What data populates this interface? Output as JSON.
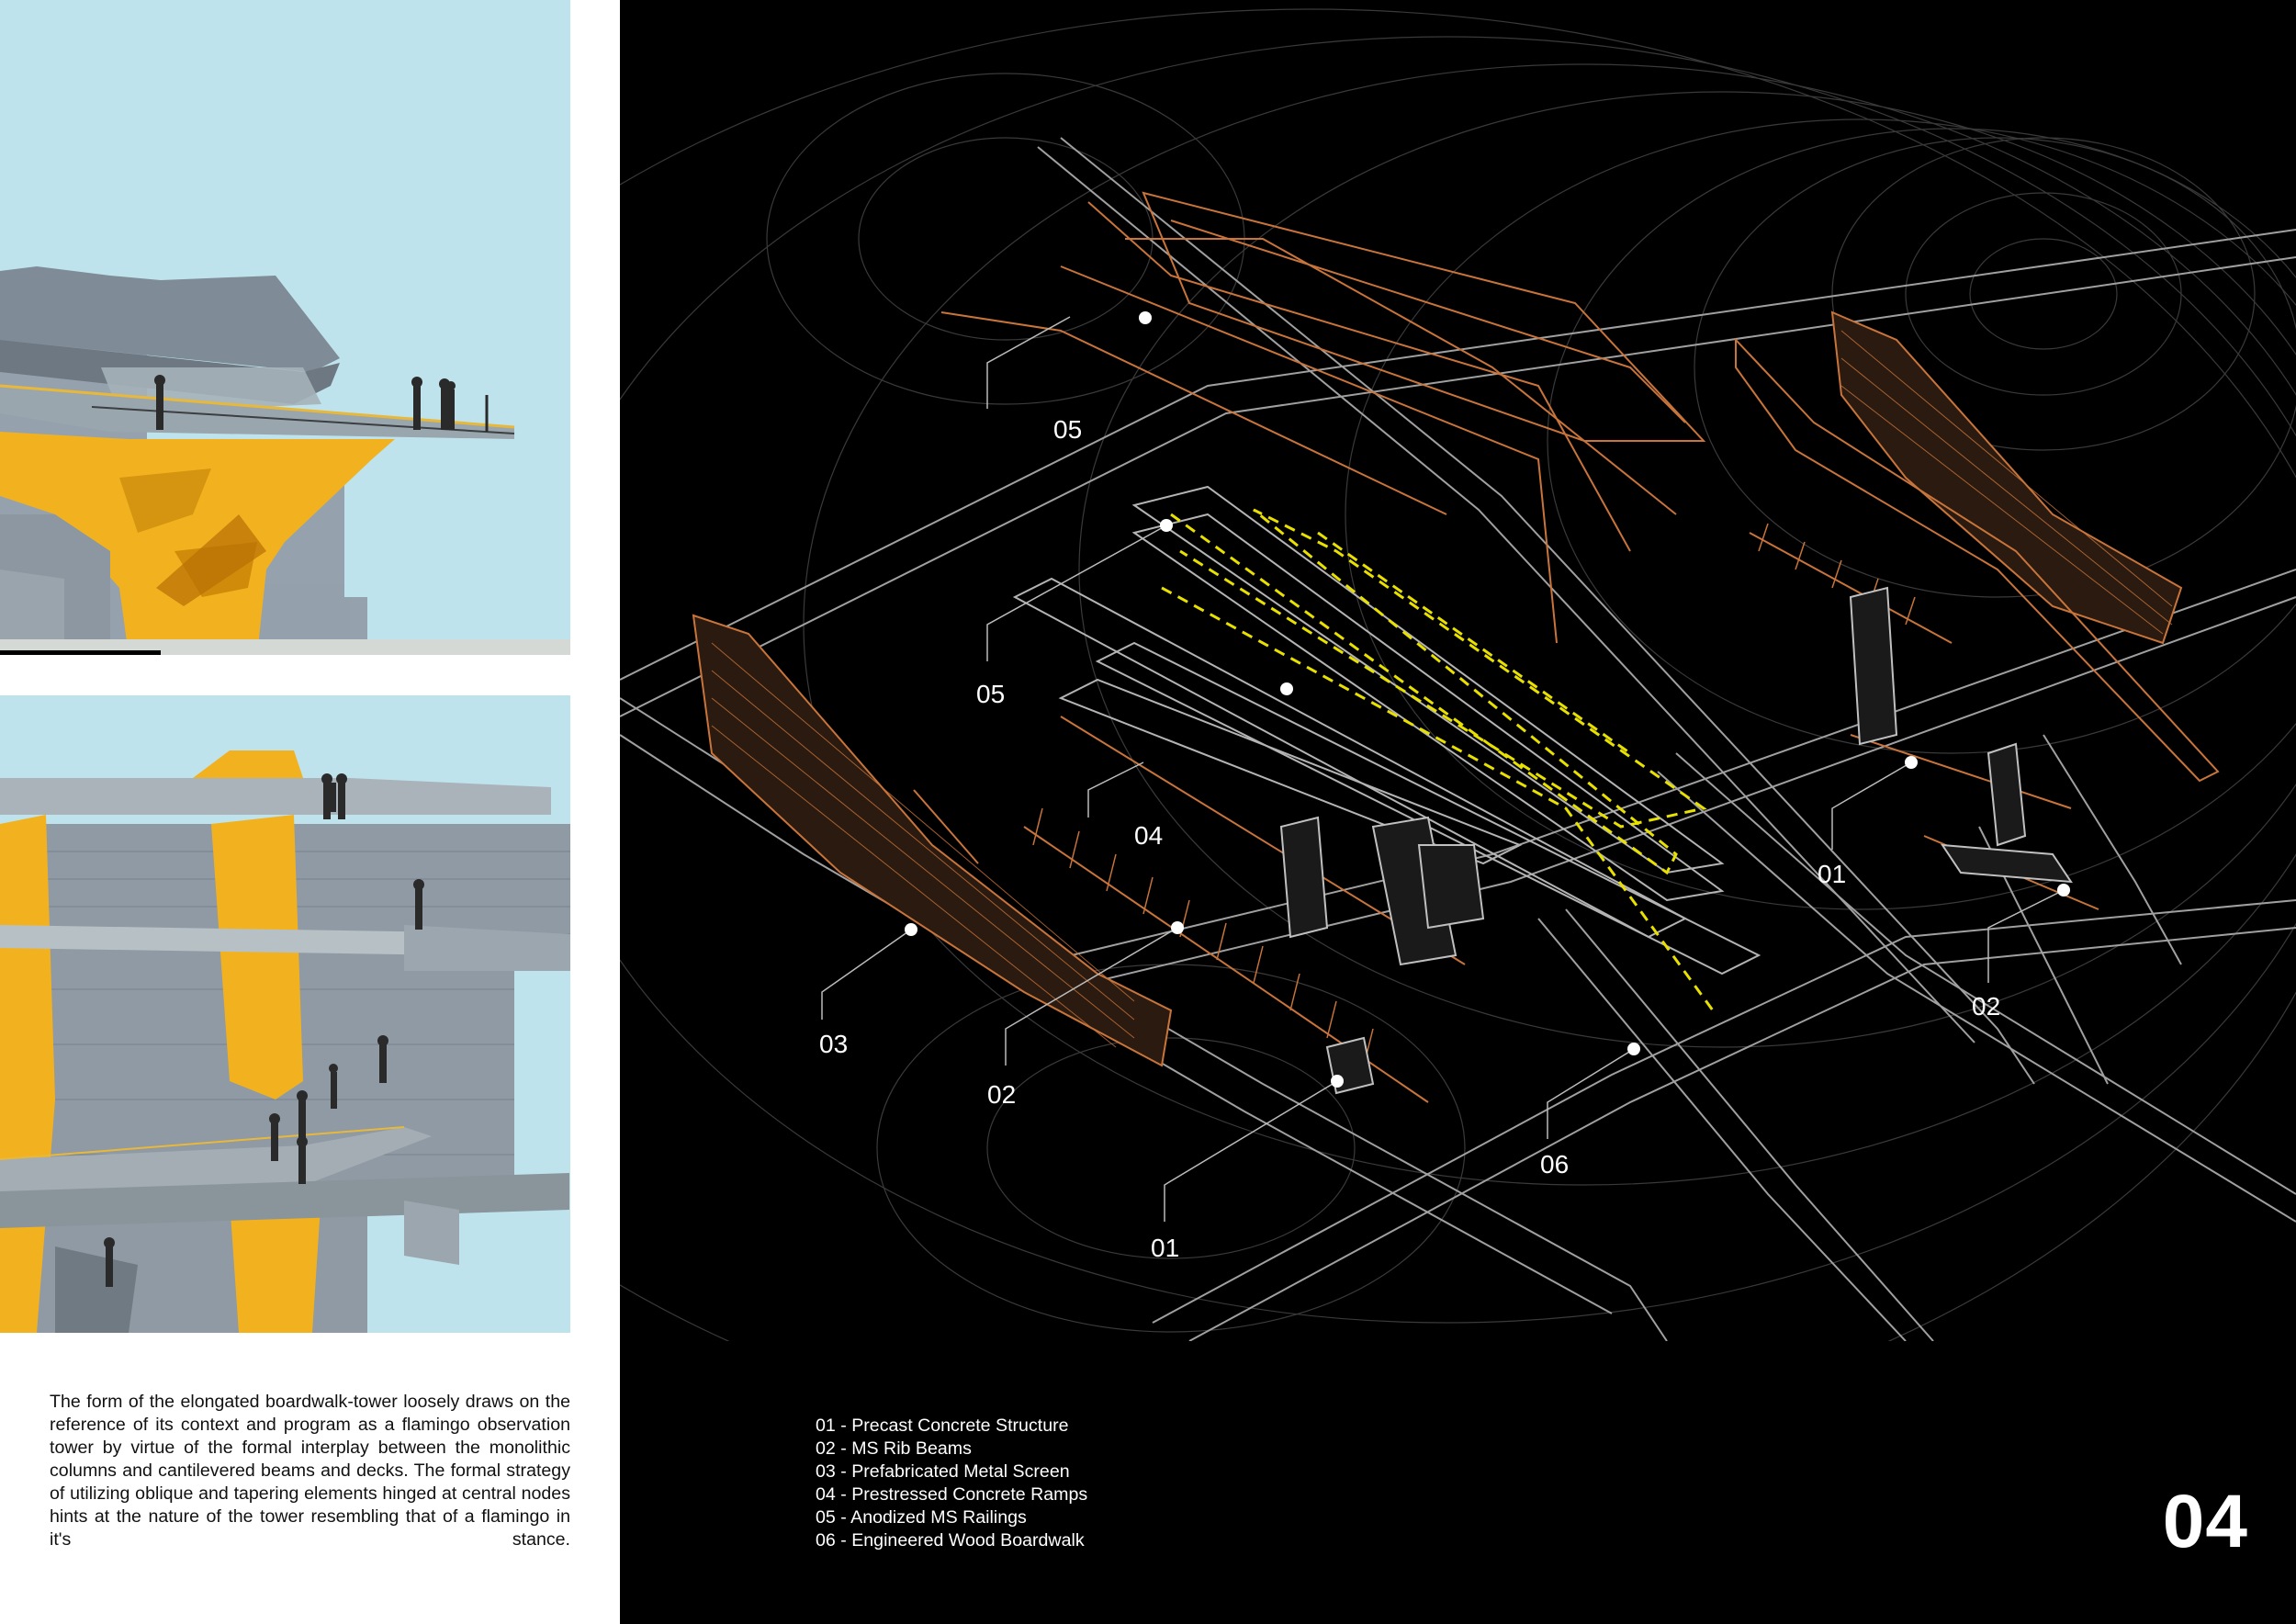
{
  "description": "The form of the elongated boardwalk-tower loosely draws on the reference of its context and program as a flamingo observation tower by virtue of the formal interplay between the monolithic columns and cantilevered beams and decks. The formal strategy of utilizing oblique and tapering elements hinged at central nodes hints at the nature of the tower resembling that of a flamingo in it's stance.",
  "callouts": {
    "c05a": "05",
    "c05b": "05",
    "c04": "04",
    "c03": "03",
    "c02a": "02",
    "c01a": "01",
    "c06": "06",
    "c01b": "01",
    "c02b": "02"
  },
  "legend": [
    "01 - Precast Concrete Structure",
    "02 - MS Rib Beams",
    "03 - Prefabricated Metal Screen",
    "04 - Prestressed Concrete Ramps",
    "05 - Anodized MS Railings",
    "06 - Engineered Wood Boardwalk"
  ],
  "page_number": "04",
  "colors": {
    "sky": "#bfe3ec",
    "structure_yellow": "#f2b21f",
    "panel_bg": "#000000",
    "screen_orange": "#c8743a",
    "railing_yellow": "#e8e000",
    "line_grey": "#9a9a9a"
  }
}
